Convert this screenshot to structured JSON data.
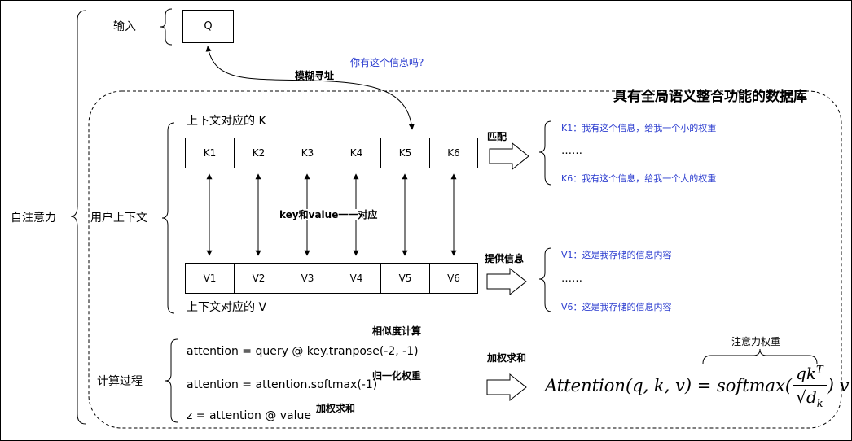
{
  "labels": {
    "self_attention": "自注意力",
    "input": "输入",
    "q_box": "Q",
    "user_context": "用户上下文",
    "compute_process": "计算过程",
    "fuzzy_addressing": "模糊寻址",
    "question": "你有这个信息吗?",
    "database_title": "具有全局语义整合功能的数据库",
    "k_row_title": "上下文对应的 K",
    "v_row_title": "上下文对应的 V",
    "kv_pair": "key和value一一对应",
    "match": "匹配",
    "provide_info": "提供信息",
    "similarity": "相似度计算",
    "normalize": "归一化权重",
    "weighted_sum_1": "加权求和",
    "weighted_sum_2": "加权求和",
    "attention_weight": "注意力权重"
  },
  "k_boxes": [
    "K1",
    "K2",
    "K3",
    "K4",
    "K5",
    "K6"
  ],
  "v_boxes": [
    "V1",
    "V2",
    "V3",
    "V4",
    "V5",
    "V6"
  ],
  "k_notes": {
    "first": "K1：我有这个信息，给我一个小的权重",
    "ellipsis": "……",
    "last": "K6：我有这个信息，给我一个大的权重"
  },
  "v_notes": {
    "first": "V1：这是我存储的信息内容",
    "ellipsis": "……",
    "last": "V6：这是我存储的信息内容"
  },
  "code_lines": [
    "attention = query @ key.tranpose(-2, -1)",
    "attention = attention.softmax(-1)",
    "z = attention @ value"
  ],
  "formula": {
    "lhs": "Attention(q, k, v) = softmax(",
    "num": "qk",
    "num_sup": "T",
    "den_root": "√",
    "den": "d",
    "den_sub": "k",
    "rhs": ") v"
  },
  "colors": {
    "blue_text": "#2b3ccf",
    "line": "#000000"
  }
}
